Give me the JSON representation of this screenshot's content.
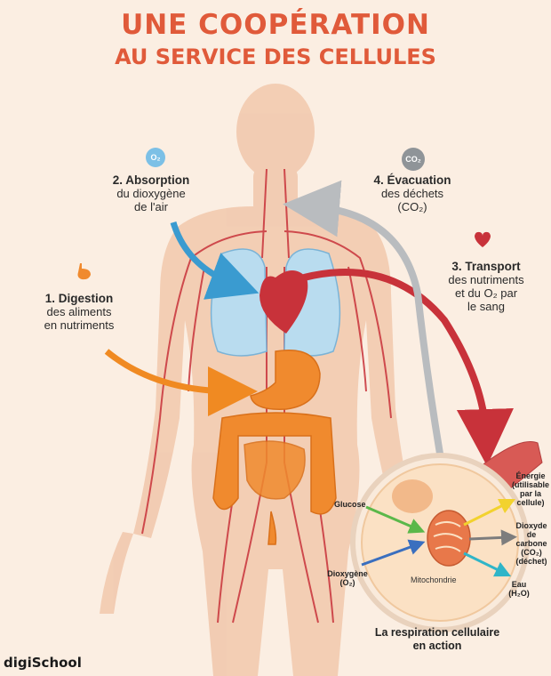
{
  "title": {
    "line1": "UNE COOPÉRATION",
    "line2": "AU SERVICE DES CELLULES"
  },
  "steps": {
    "digestion": {
      "head": "1. Digestion",
      "sub1": "des aliments",
      "sub2": "en nutriments"
    },
    "absorption": {
      "head": "2. Absorption",
      "sub1": "du dioxygène",
      "sub2": "de l'air"
    },
    "transport": {
      "head": "3. Transport",
      "sub1": "des nutriments",
      "sub2": "et du O₂ par",
      "sub3": "le sang"
    },
    "evacuation": {
      "head": "4. Évacuation",
      "sub1": "des déchets",
      "sub2": "(CO₂)"
    }
  },
  "badges": {
    "o2": "O₂",
    "co2": "CO₂"
  },
  "cell": {
    "glucose": "Glucose",
    "oxygen_1": "Dioxygène",
    "oxygen_2": "(O₂)",
    "mitochondrion": "Mitochondrie",
    "energy": [
      "Énergie",
      "(utilisable",
      "par la",
      "cellule)"
    ],
    "co2": [
      "Dioxyde",
      "de",
      "carbone",
      "(CO₂)",
      "(déchet)"
    ],
    "water_1": "Eau",
    "water_2": "(H₂O)",
    "caption_1": "La respiration cellulaire",
    "caption_2": "en action"
  },
  "logo": "digiSchool",
  "colors": {
    "title": "#e05a3a",
    "skin": "#f2cbb1",
    "blood": "#c8323a",
    "lungs": "#b9dcef",
    "digestive": "#f08a2e",
    "arrow_blue": "#3a9bd0",
    "arrow_orange": "#f08a22",
    "arrow_red": "#c8323a",
    "arrow_grey": "#b9bcbf"
  }
}
